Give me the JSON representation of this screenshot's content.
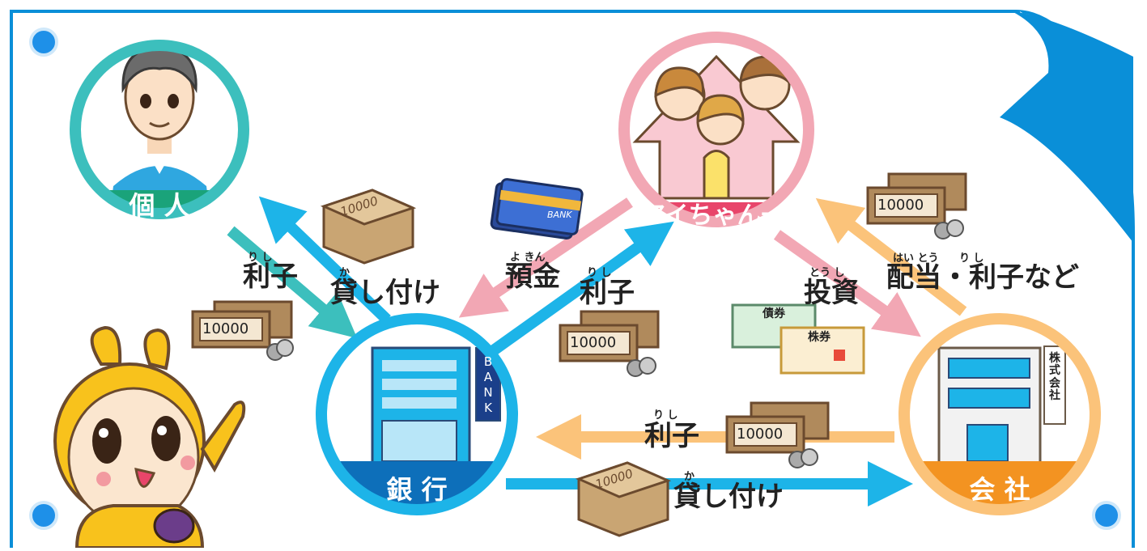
{
  "nodes": {
    "individual": {
      "label": "個 人",
      "color": "#3cbfbd",
      "band": "#1aa37a"
    },
    "family": {
      "label": "アイちゃん一家",
      "color": "#f2a7b4",
      "band": "#e8456a"
    },
    "bank": {
      "label": "銀 行",
      "color": "#1db4e8",
      "band": "#0d6fba",
      "sign": "BANK"
    },
    "company": {
      "label": "会 社",
      "color": "#fbc37a",
      "band": "#f39321",
      "sign": "株式会社"
    }
  },
  "edges": {
    "interest_individual": {
      "label": "利子",
      "ruby": "り  し"
    },
    "loan_individual": {
      "label": "貸し付け",
      "ruby": "か"
    },
    "deposit": {
      "label": "預金",
      "ruby": "よ きん"
    },
    "interest_family": {
      "label": "利子",
      "ruby": "り  し"
    },
    "investment": {
      "label": "投資",
      "ruby": "とう  し"
    },
    "dividend": {
      "label": "配当・利子など",
      "ruby_1": "はい とう",
      "ruby_2": "り  し"
    },
    "interest_company": {
      "label": "利子",
      "ruby": "り  し"
    },
    "loan_company": {
      "label": "貸し付け",
      "ruby": "か"
    }
  },
  "props": {
    "banknote": "10000",
    "card": "BANK",
    "bond": "債券",
    "stock": "株券"
  },
  "colors": {
    "frame": "#0a8fd8",
    "arrow_teal": "#3cbfbd",
    "arrow_pink": "#f2a7b4",
    "arrow_blue": "#1db4e8",
    "arrow_orange": "#fbc37a",
    "note": "#b08a5c"
  }
}
